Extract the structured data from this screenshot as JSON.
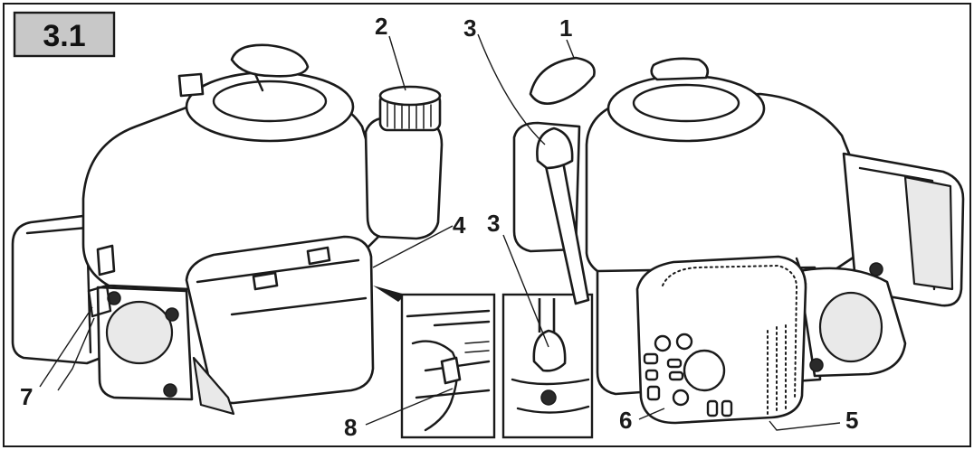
{
  "figure": {
    "number": "3.1"
  },
  "callouts": [
    {
      "id": "1",
      "text": "1"
    },
    {
      "id": "2",
      "text": "2"
    },
    {
      "id": "3a",
      "text": "3"
    },
    {
      "id": "3b",
      "text": "3"
    },
    {
      "id": "4",
      "text": "4"
    },
    {
      "id": "5",
      "text": "5"
    },
    {
      "id": "6",
      "text": "6"
    },
    {
      "id": "7",
      "text": "7"
    },
    {
      "id": "8",
      "text": "8"
    }
  ],
  "colors": {
    "outline": "#1a1a1a",
    "figure_tag_fill": "#c8c8c8",
    "background": "#ffffff"
  }
}
